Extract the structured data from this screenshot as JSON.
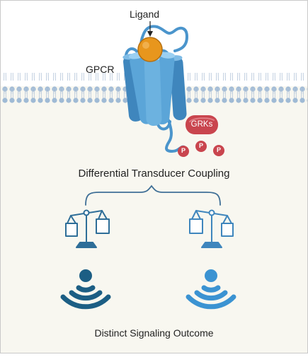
{
  "labels": {
    "ligand": "Ligand",
    "gpcr": "GPCR",
    "grk": "GRKs",
    "phospho": "P",
    "coupling": "Differential Transducer Coupling",
    "outcome": "Distinct Signaling Outcome"
  },
  "colors": {
    "background": "#f8f7f0",
    "border": "#c9c9c9",
    "membrane_head": "#9fbad5",
    "receptor": "#5ba5d8",
    "receptor_dark": "#3f86bd",
    "ligand": "#e8961d",
    "grk": "#c9454e",
    "balance_left": "#2e6e98",
    "balance_right": "#3f86bd",
    "signal_left": "#1c5e84",
    "signal_right": "#3b93d2"
  },
  "icons": [
    "ligand-ball",
    "gpcr-receptor",
    "grk-enzyme",
    "phosphate-icon",
    "balance-scale-icon",
    "signal-wave-icon"
  ]
}
